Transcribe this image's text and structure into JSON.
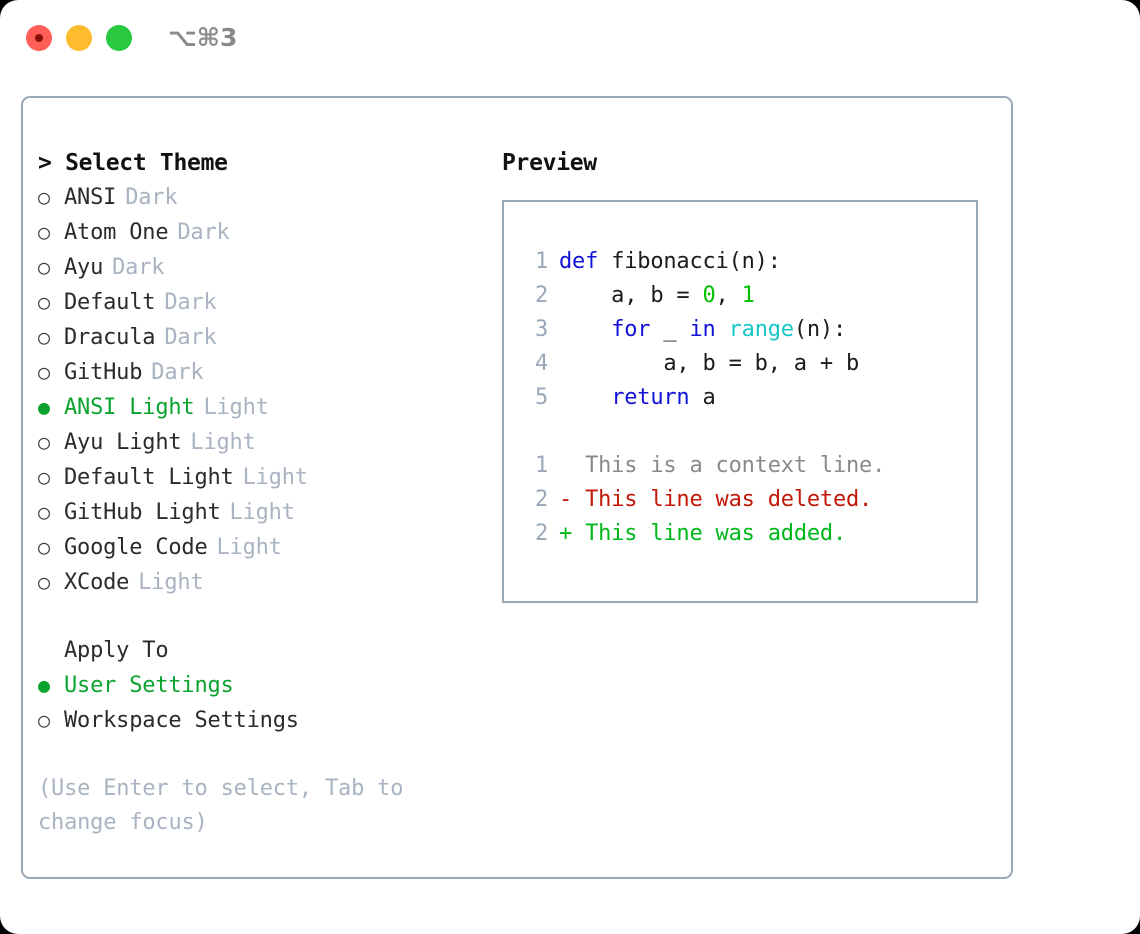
{
  "window": {
    "shortcut": "⌥⌘3",
    "traffic_lights": [
      {
        "name": "close",
        "color": "#ff5f57"
      },
      {
        "name": "minimize",
        "color": "#fdbc2e"
      },
      {
        "name": "maximize",
        "color": "#28c93f"
      }
    ]
  },
  "theme_panel": {
    "title": "> Select Theme",
    "items": [
      {
        "bullet": "○",
        "name": "ANSI",
        "kind": "Dark",
        "selected": false
      },
      {
        "bullet": "○",
        "name": "Atom One",
        "kind": "Dark",
        "selected": false
      },
      {
        "bullet": "○",
        "name": "Ayu",
        "kind": "Dark",
        "selected": false
      },
      {
        "bullet": "○",
        "name": "Default",
        "kind": "Dark",
        "selected": false
      },
      {
        "bullet": "○",
        "name": "Dracula",
        "kind": "Dark",
        "selected": false
      },
      {
        "bullet": "○",
        "name": "GitHub",
        "kind": "Dark",
        "selected": false
      },
      {
        "bullet": "●",
        "name": "ANSI Light",
        "kind": "Light",
        "selected": true
      },
      {
        "bullet": "○",
        "name": "Ayu Light",
        "kind": "Light",
        "selected": false
      },
      {
        "bullet": "○",
        "name": "Default Light",
        "kind": "Light",
        "selected": false
      },
      {
        "bullet": "○",
        "name": "GitHub Light",
        "kind": "Light",
        "selected": false
      },
      {
        "bullet": "○",
        "name": "Google Code",
        "kind": "Light",
        "selected": false
      },
      {
        "bullet": "○",
        "name": "XCode",
        "kind": "Light",
        "selected": false
      }
    ]
  },
  "apply_to": {
    "label": "Apply To",
    "options": [
      {
        "bullet": "●",
        "name": "User Settings",
        "selected": true
      },
      {
        "bullet": "○",
        "name": "Workspace Settings",
        "selected": false
      }
    ]
  },
  "help": {
    "text": "(Use Enter to select, Tab to change focus)"
  },
  "preview": {
    "title": "Preview",
    "code_lines": [
      {
        "lineno": "1",
        "tokens": [
          {
            "text": "def ",
            "type": "kw"
          },
          {
            "text": "fibonacci(n):",
            "type": "plain"
          }
        ]
      },
      {
        "lineno": "2",
        "tokens": [
          {
            "text": "    a, b = ",
            "type": "plain"
          },
          {
            "text": "0",
            "type": "num"
          },
          {
            "text": ", ",
            "type": "plain"
          },
          {
            "text": "1",
            "type": "num"
          }
        ]
      },
      {
        "lineno": "3",
        "tokens": [
          {
            "text": "    ",
            "type": "plain"
          },
          {
            "text": "for",
            "type": "kw"
          },
          {
            "text": " _ ",
            "type": "plain"
          },
          {
            "text": "in",
            "type": "kw"
          },
          {
            "text": " ",
            "type": "plain"
          },
          {
            "text": "range",
            "type": "fn"
          },
          {
            "text": "(n):",
            "type": "plain"
          }
        ]
      },
      {
        "lineno": "4",
        "tokens": [
          {
            "text": "        a, b = b, a + b",
            "type": "plain"
          }
        ]
      },
      {
        "lineno": "5",
        "tokens": [
          {
            "text": "    ",
            "type": "plain"
          },
          {
            "text": "return",
            "type": "kw"
          },
          {
            "text": " a",
            "type": "plain"
          }
        ]
      }
    ],
    "diff_lines": [
      {
        "lineno": "1",
        "marker": " ",
        "text": "This is a context line.",
        "type": "ctx"
      },
      {
        "lineno": "2",
        "marker": "-",
        "text": "This line was deleted.",
        "type": "del"
      },
      {
        "lineno": "2",
        "marker": "+",
        "text": "This line was added.",
        "type": "add"
      }
    ]
  },
  "colors": {
    "accent_green": "#0ba32e",
    "muted": "#a9b3c2",
    "border": "#9aa7b8",
    "keyword": "#1212d8",
    "function": "#17c7c7",
    "number": "#00c000",
    "diff_delete": "#c21807",
    "diff_add": "#00b81a"
  }
}
